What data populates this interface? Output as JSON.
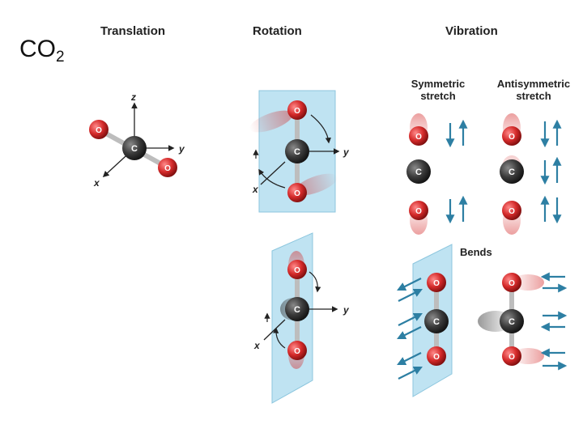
{
  "molecule": {
    "name": "CO",
    "subscript": "2"
  },
  "headers": {
    "translation": "Translation",
    "rotation": "Rotation",
    "vibration": "Vibration"
  },
  "vibration_labels": {
    "symmetric": [
      "Symmetric",
      "stretch"
    ],
    "antisymmetric": [
      "Antisymmetric",
      "stretch"
    ],
    "bends": "Bends"
  },
  "axes": {
    "x": "x",
    "y": "y",
    "z": "z"
  },
  "atoms": {
    "carbon": "C",
    "oxygen": "O"
  },
  "colors": {
    "oxygen": "#d42a2a",
    "carbon": "#3a3a3a",
    "bond": "#bdbdbd",
    "arrow": "#2d7fa3",
    "plane": "#bfe3f2",
    "plane_edge": "#8cc6de"
  }
}
